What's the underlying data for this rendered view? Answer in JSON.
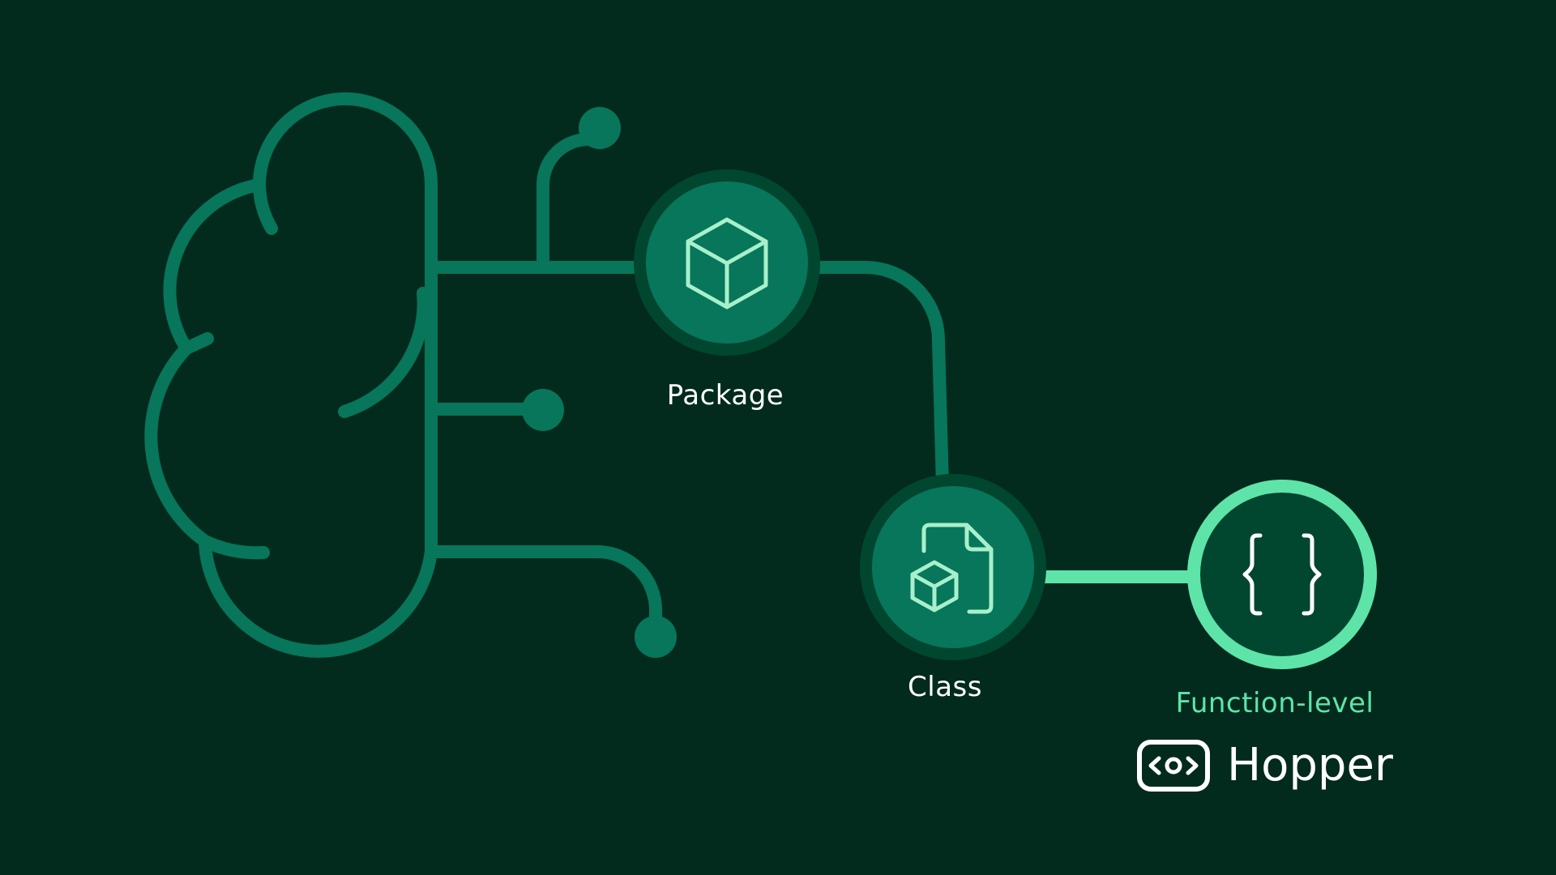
{
  "diagram": {
    "nodes": [
      {
        "id": "package",
        "label": "Package",
        "icon": "cube-icon"
      },
      {
        "id": "class",
        "label": "Class",
        "icon": "file-cube-icon"
      },
      {
        "id": "function",
        "label": "Function-level",
        "icon": "curly-braces-icon"
      }
    ],
    "edges": [
      {
        "from": "brain",
        "to": "package"
      },
      {
        "from": "package",
        "to": "class"
      },
      {
        "from": "class",
        "to": "function"
      }
    ]
  },
  "brand": {
    "name": "Hopper",
    "logo_icon": "code-brackets-logo-icon"
  },
  "colors": {
    "background": "#022b1d",
    "line": "#07765a",
    "node_ring": "#01462f",
    "node_fill": "#07765a",
    "highlight": "#5ee4a8",
    "highlight_fill": "#01462f",
    "text": "#ffffff"
  }
}
